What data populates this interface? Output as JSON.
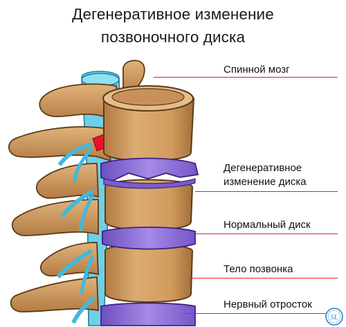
{
  "title": {
    "line1": "Дегенеративное изменение",
    "line2": "позвоночного диска"
  },
  "labels": {
    "spinal_cord": "Спинной мозг",
    "degenerative_l1": "Дегенеративное",
    "degenerative_l2": "изменение диска",
    "normal_disc": "Нормальный диск",
    "vertebra_body": "Тело позвонка",
    "nerve_root": "Нервный отросток"
  },
  "colors": {
    "bone": "#d7a368",
    "bone_dark": "#9a6a3a",
    "disc_degenerated": "#8c6ad6",
    "disc_normal": "#9b80e0",
    "nerve": "#41b9dc",
    "spinal_cord": "#6fcfe6",
    "damage": "#e8132b",
    "leader_line": "#e21f26"
  },
  "logo": {
    "icon": "site-logo-seal",
    "text": "SL"
  }
}
